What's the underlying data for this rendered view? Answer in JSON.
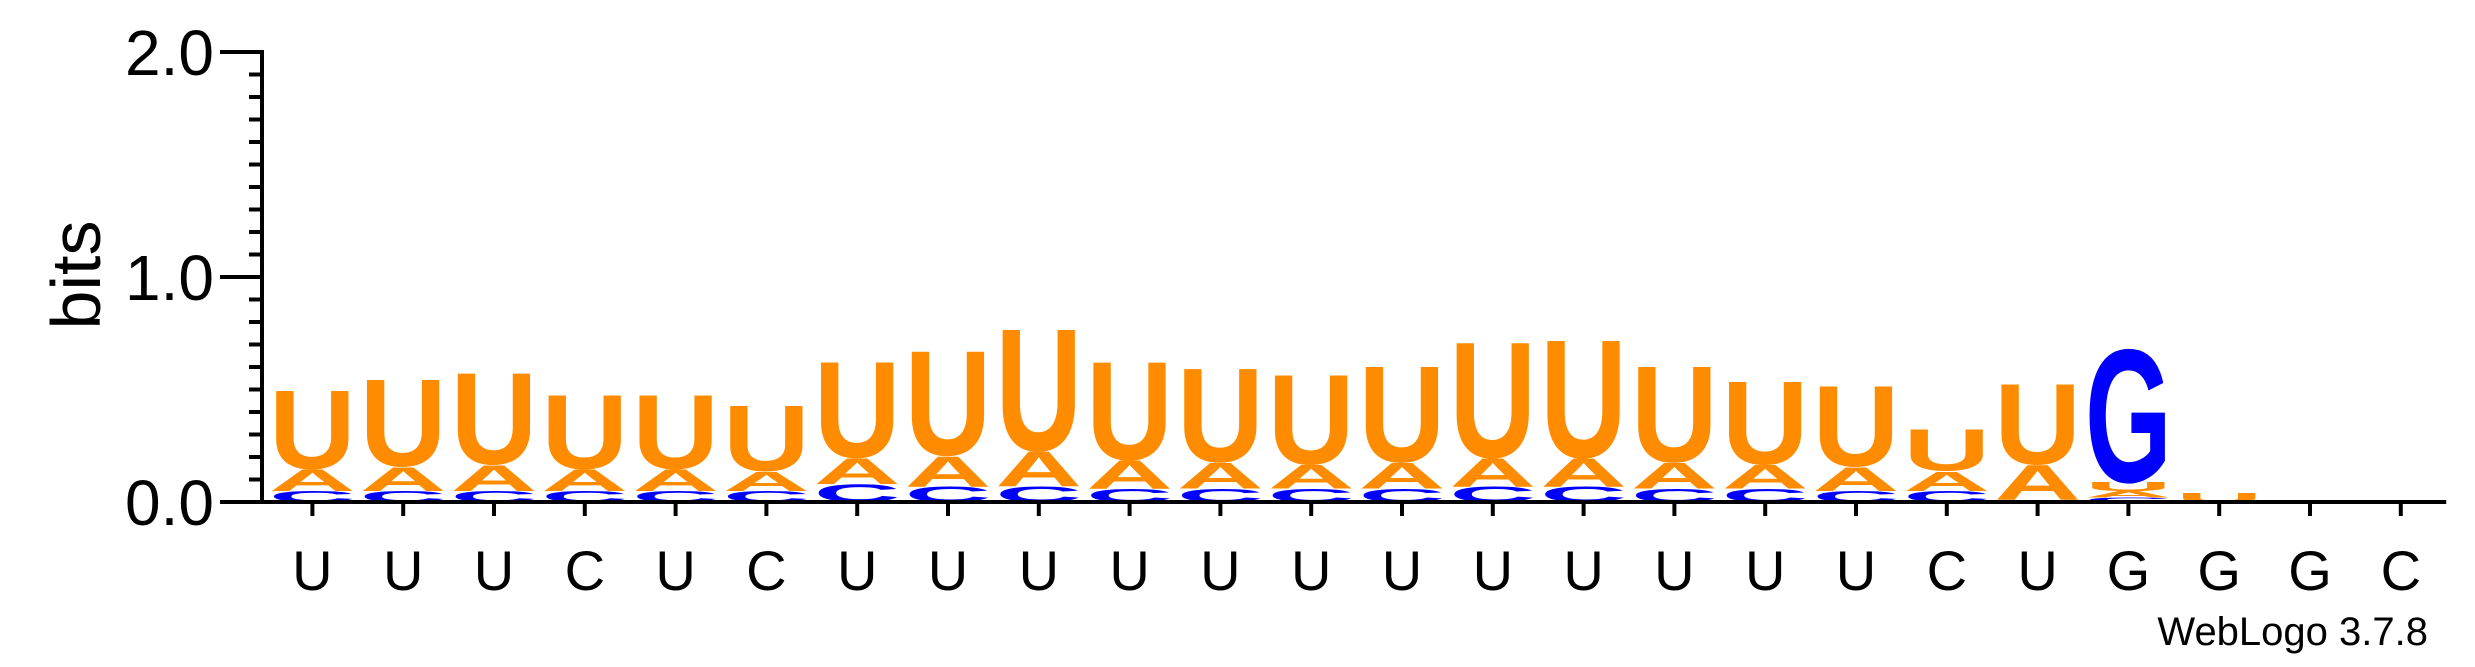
{
  "chart_data": {
    "type": "sequence-logo",
    "ylabel": "bits",
    "ylim": [
      0,
      2.0
    ],
    "yticks": [
      "0.0",
      "1.0",
      "2.0"
    ],
    "positions": [
      "U",
      "U",
      "U",
      "C",
      "U",
      "C",
      "U",
      "U",
      "U",
      "U",
      "U",
      "U",
      "U",
      "U",
      "U",
      "U",
      "U",
      "U",
      "C",
      "U",
      "G",
      "G",
      "G",
      "C"
    ],
    "stacks": [
      {
        "C": 0.05,
        "A": 0.1,
        "U": 0.36
      },
      {
        "C": 0.05,
        "A": 0.11,
        "U": 0.4
      },
      {
        "C": 0.05,
        "A": 0.12,
        "U": 0.42
      },
      {
        "C": 0.05,
        "A": 0.1,
        "U": 0.34
      },
      {
        "C": 0.05,
        "A": 0.1,
        "U": 0.34
      },
      {
        "C": 0.05,
        "A": 0.09,
        "U": 0.3
      },
      {
        "C": 0.08,
        "A": 0.12,
        "U": 0.44
      },
      {
        "C": 0.07,
        "A": 0.14,
        "U": 0.48
      },
      {
        "C": 0.07,
        "A": 0.16,
        "U": 0.56
      },
      {
        "C": 0.06,
        "A": 0.13,
        "U": 0.45
      },
      {
        "C": 0.06,
        "A": 0.12,
        "U": 0.43
      },
      {
        "C": 0.06,
        "A": 0.11,
        "U": 0.41
      },
      {
        "C": 0.06,
        "A": 0.12,
        "U": 0.44
      },
      {
        "C": 0.07,
        "A": 0.13,
        "U": 0.53
      },
      {
        "C": 0.07,
        "A": 0.13,
        "U": 0.54
      },
      {
        "C": 0.06,
        "A": 0.12,
        "U": 0.44
      },
      {
        "C": 0.06,
        "A": 0.11,
        "U": 0.38
      },
      {
        "C": 0.05,
        "A": 0.11,
        "U": 0.37
      },
      {
        "C": 0.05,
        "A": 0.09,
        "U": 0.19
      },
      {
        "C": 0.01,
        "A": 0.16,
        "U": 0.37
      },
      {
        "C": 0.02,
        "A": 0.03,
        "U": 0.04,
        "G": 0.61
      },
      {
        "U": 0.04
      },
      {
        "U": 0.01
      },
      {
        "U": 0.01
      }
    ],
    "colors": {
      "A": "#ff8c00",
      "U": "#ff8c00",
      "C": "#0000ff",
      "G": "#0000ff"
    }
  },
  "credit": "WebLogo 3.7.8"
}
